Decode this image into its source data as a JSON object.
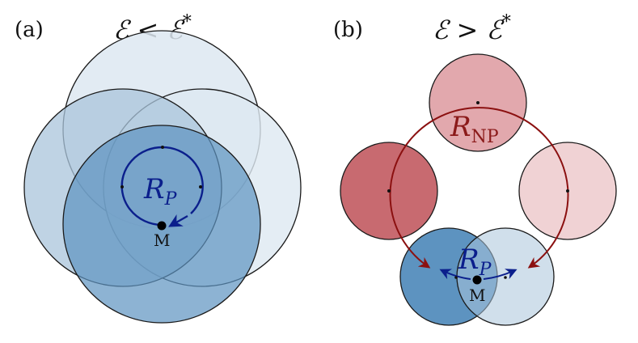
{
  "panel_a": {
    "label": "(a)",
    "title_lhs": "ℰ",
    "title_op": " < ",
    "title_rhs": "ℰ",
    "title_sup": "*",
    "region_label": "R",
    "region_sub": "P",
    "point_label": "M"
  },
  "panel_b": {
    "label": "(b)",
    "title_lhs": "ℰ",
    "title_op": " > ",
    "title_rhs": "ℰ",
    "title_sup": "*",
    "np_label": "R",
    "np_sub": "NP",
    "p_label": "R",
    "p_sub": "P",
    "point_label": "M"
  },
  "colors": {
    "blue_light": "#dde8f1",
    "blue_mid": "#a9c4db",
    "blue_dark": "#5d93c0",
    "blue_stroke": "#0b1f8c",
    "red_dark": "#c86a70",
    "red_mid": "#e2a8ad",
    "red_light": "#f0d2d4",
    "red_stroke": "#8b1010",
    "np_text": "#8b1a1a",
    "p_text": "#0b1f8c"
  }
}
